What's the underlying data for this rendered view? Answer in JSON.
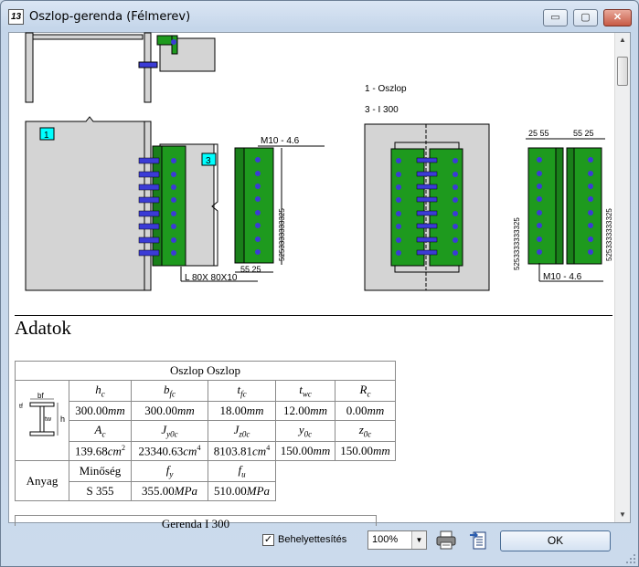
{
  "window": {
    "icon_text": "13",
    "title": "Oszlop-gerenda (Félmerev)",
    "controls": {
      "minimize": "▭",
      "maximize": "▢",
      "close": "✕"
    }
  },
  "drawing": {
    "legend_line1": "1 - Oszlop",
    "legend_line2": "3 - I 300",
    "marker_1": "1",
    "marker_3": "3",
    "bolt_label_left": "M10 - 4.6",
    "bolt_label_right": "M10 - 4.6",
    "angle_label": "L  80X 80X10",
    "dim_bottom": "55  25",
    "dim_top_right_a": "25  55",
    "dim_top_right_b": "55  25",
    "dim_vertical": "5253333333325",
    "colors": {
      "plate": "#1e9a1e",
      "column": "#d4d4d4",
      "bolt": "#3b3bd6",
      "marker": "#00ffff"
    }
  },
  "section_title": "Adatok",
  "column_table": {
    "title": "Oszlop Oszlop",
    "row1_symbols": [
      "h",
      "b",
      "t",
      "t",
      "R"
    ],
    "row1_subs": [
      "c",
      "fc",
      "fc",
      "wc",
      "c"
    ],
    "row1_values": [
      "300.00",
      "300.00",
      "18.00",
      "12.00",
      "0.00"
    ],
    "row1_units": [
      "mm",
      "mm",
      "mm",
      "mm",
      "mm"
    ],
    "row2_symbols": [
      "A",
      "J",
      "J",
      "y",
      "z"
    ],
    "row2_subs": [
      "c",
      "y0c",
      "z0c",
      "0c",
      "0c"
    ],
    "row2_values": [
      "139.68",
      "23340.63",
      "8103.81",
      "150.00",
      "150.00"
    ],
    "row2_units": [
      "cm",
      "cm",
      "cm",
      "mm",
      "mm"
    ],
    "row2_exps": [
      "2",
      "4",
      "4",
      "",
      ""
    ],
    "material_label": "Anyag",
    "material_headers": [
      "Minőség",
      "f",
      "f"
    ],
    "material_subs": [
      "",
      "y",
      "u"
    ],
    "material_values": [
      "S 355",
      "355.00",
      "510.00"
    ],
    "material_units": [
      "",
      "MPa",
      "MPa"
    ],
    "section_labels": {
      "bf": "bf",
      "tf": "tf",
      "tw": "tw",
      "h": "h"
    }
  },
  "beam_table_title": "Gerenda I 300",
  "footer": {
    "checkbox_label": "Behelyettesítés",
    "checkbox_checked": "✓",
    "zoom_value": "100%",
    "ok_label": "OK"
  }
}
